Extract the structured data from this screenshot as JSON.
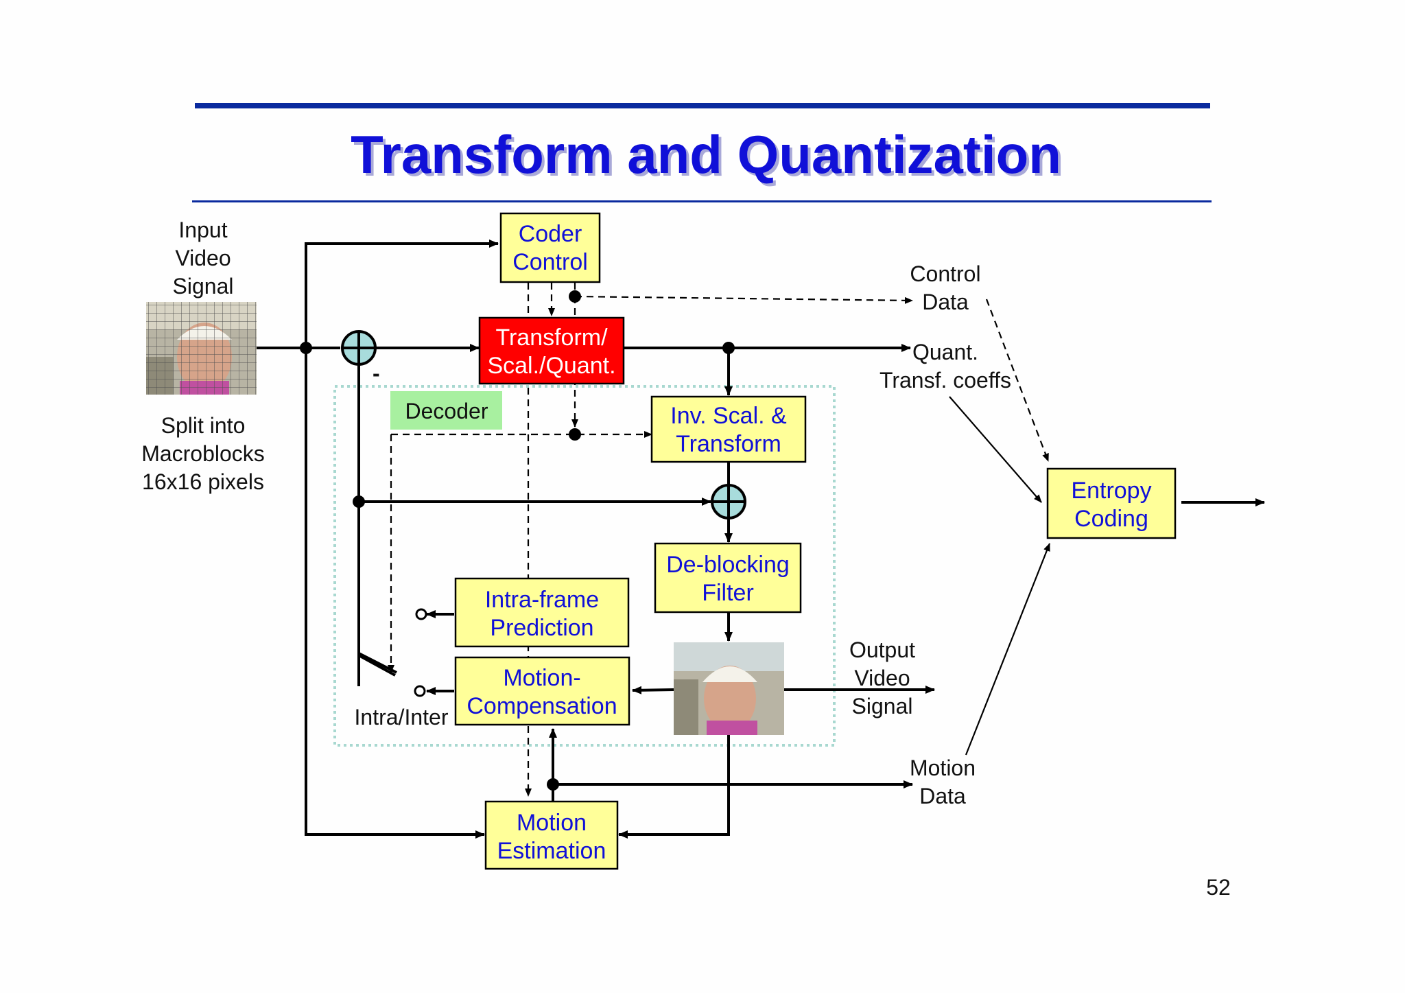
{
  "slide": {
    "title": "Transform and Quantization",
    "page_number": "52",
    "colors": {
      "title": "#1010d8",
      "rule": "#0a2a9e",
      "box_fill": "#ffff99",
      "highlight_box": "#ff0000",
      "decoder_badge": "#a8f0a0",
      "decoder_frame": "#a8d8d0"
    }
  },
  "labels": {
    "input_video_signal": [
      "Input",
      "Video",
      "Signal"
    ],
    "split_into_macroblocks": [
      "Split into",
      "Macroblocks",
      "16x16 pixels"
    ],
    "control_data": [
      "Control",
      "Data"
    ],
    "quant_transf_coeffs": [
      "Quant.",
      "Transf. coeffs"
    ],
    "output_video_signal": [
      "Output",
      "Video",
      "Signal"
    ],
    "motion_data": [
      "Motion",
      "Data"
    ],
    "intra_inter": "Intra/Inter",
    "minus_sign": "-"
  },
  "blocks": {
    "coder_control": [
      "Coder",
      "Control"
    ],
    "transform_scal_quant": [
      "Transform/",
      "Scal./Quant."
    ],
    "decoder": "Decoder",
    "inv_scal_transform": [
      "Inv. Scal. &",
      "Transform"
    ],
    "deblocking_filter": [
      "De-blocking",
      "Filter"
    ],
    "intra_frame_prediction": [
      "Intra-frame",
      "Prediction"
    ],
    "motion_compensation": [
      "Motion-",
      "Compensation"
    ],
    "motion_estimation": [
      "Motion",
      "Estimation"
    ],
    "entropy_coding": [
      "Entropy",
      "Coding"
    ]
  },
  "icons": {
    "summing_junction": "circle-plus-icon",
    "input_frame": "face-thumbnail-with-grid",
    "output_frame": "face-thumbnail"
  }
}
